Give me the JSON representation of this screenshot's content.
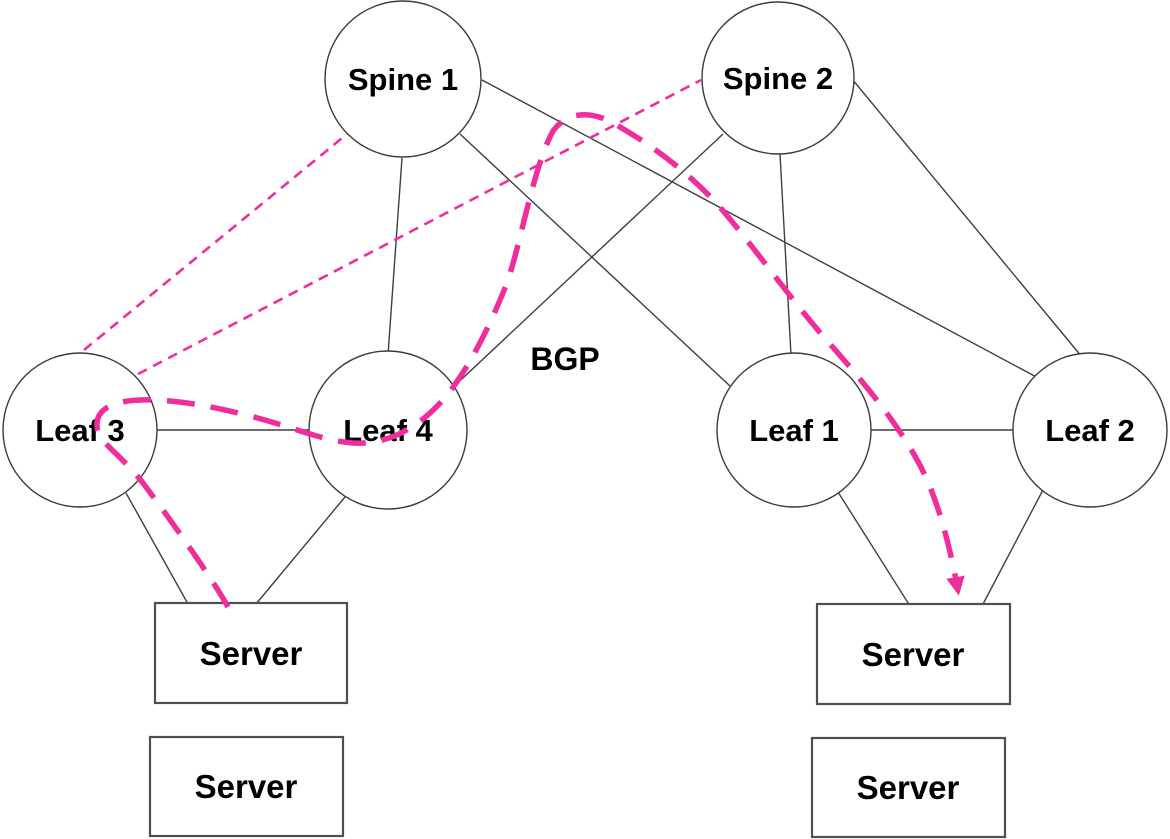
{
  "diagram": {
    "type": "spine-leaf network topology",
    "annotation": {
      "bgp_label": "BGP"
    },
    "colors": {
      "highlight_pink": "#EF2D9C",
      "link_gray": "#3F3F3F",
      "shape_fill": "#FFFFFF"
    }
  },
  "nodes": {
    "spine1": {
      "label": "Spine 1"
    },
    "spine2": {
      "label": "Spine 2"
    },
    "leaf3": {
      "label": "Leaf 3"
    },
    "leaf4": {
      "label": "Leaf 4"
    },
    "leaf1": {
      "label": "Leaf 1"
    },
    "leaf2": {
      "label": "Leaf 2"
    },
    "server_left_top": {
      "label": "Server"
    },
    "server_left_bottom": {
      "label": "Server"
    },
    "server_right_top": {
      "label": "Server"
    },
    "server_right_bottom": {
      "label": "Server"
    }
  },
  "links": {
    "solid_links": [
      {
        "from": "Spine 1",
        "to": "Leaf 4"
      },
      {
        "from": "Spine 1",
        "to": "Leaf 1"
      },
      {
        "from": "Spine 1",
        "to": "Leaf 2"
      },
      {
        "from": "Spine 2",
        "to": "Leaf 4"
      },
      {
        "from": "Spine 2",
        "to": "Leaf 1"
      },
      {
        "from": "Spine 2",
        "to": "Leaf 2"
      },
      {
        "from": "Leaf 3",
        "to": "Leaf 4"
      },
      {
        "from": "Leaf 1",
        "to": "Leaf 2"
      },
      {
        "from": "Leaf 3",
        "to": "Server (left top)"
      },
      {
        "from": "Leaf 4",
        "to": "Server (left top)"
      },
      {
        "from": "Leaf 1",
        "to": "Server (right top)"
      },
      {
        "from": "Leaf 2",
        "to": "Server (right top)"
      }
    ],
    "bgp_sessions_thin_dashed": [
      {
        "from": "Leaf 3",
        "to": "Spine 1"
      },
      {
        "from": "Leaf 3",
        "to": "Spine 2"
      }
    ],
    "traffic_path_thick_dashed_arrow": {
      "from": "Server (left top)",
      "via": "Leaf 3, Leaf 4, spine layer",
      "to": "Server (right top)"
    }
  }
}
